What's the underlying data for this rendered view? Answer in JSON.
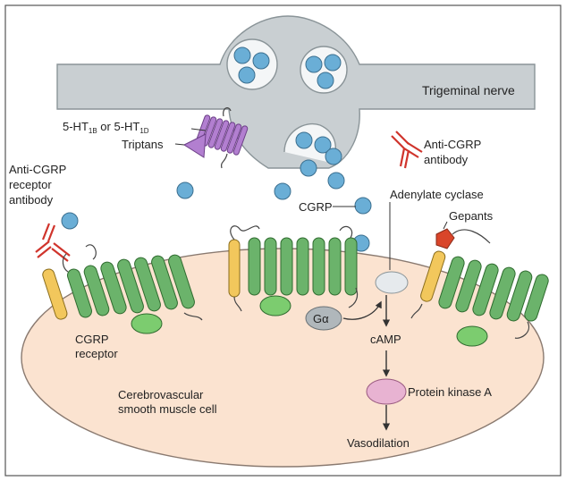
{
  "labels": {
    "trigeminal_nerve": "Trigeminal nerve",
    "ht_receptor_prefix": "5-HT",
    "ht_1b_sub": "1B",
    "ht_or": " or 5-HT",
    "ht_1d_sub": "1D",
    "triptans": "Triptans",
    "anti_cgrp_antibody_line1": "Anti-CGRP",
    "anti_cgrp_antibody_line2": "antibody",
    "anti_receptor_line1": "Anti-CGRP",
    "anti_receptor_line2": "receptor",
    "anti_receptor_line3": "antibody",
    "cgrp": "CGRP",
    "adenylate_cyclase": "Adenylate cyclase",
    "gepants": "Gepants",
    "galpha": "Gα",
    "camp": "cAMP",
    "protein_kinase_a": "Protein kinase A",
    "vasodilation": "Vasodilation",
    "cgrp_receptor_line1": "CGRP",
    "cgrp_receptor_line2": "receptor",
    "smooth_muscle_line1": "Cerebrovascular",
    "smooth_muscle_line2": "smooth muscle cell"
  },
  "colors": {
    "nerve_fill": "#c9cfd2",
    "cell_fill": "#fbe3d0",
    "cgrp_fill": "#6aaed6",
    "helix_green": "#6bb36b",
    "helix_yellow": "#f2c75c",
    "triptan_purple": "#b27fd0",
    "antibody_red": "#d0342c",
    "gepant_red": "#d9452a",
    "pka_pink": "#e8b3d2"
  }
}
